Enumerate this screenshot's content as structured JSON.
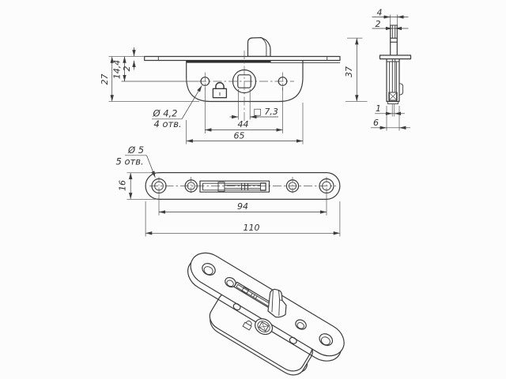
{
  "drawing": {
    "front_view": {
      "dim_total_height": "27",
      "dim_hole_axis_height": "14,4",
      "dim_plate_thickness": "2",
      "hole_label_dia": "Ø 4,2",
      "hole_label_count": "4 отв.",
      "dim_square_spindle": "□ 7,3",
      "dim_hole_spacing": "44",
      "dim_body_width": "65"
    },
    "side_view": {
      "dim_pin_outer_width": "4",
      "dim_pin_inner_width": "2",
      "dim_total_height": "37",
      "dim_bottom_slot_width": "1",
      "dim_body_thickness": "6"
    },
    "plate_view": {
      "hole_label_dia": "Ø 5",
      "hole_label_count": "5 отв.",
      "dim_plate_width": "16",
      "dim_hole_spacing": "94",
      "dim_plate_length": "110"
    },
    "colors": {
      "line": "#3c3c3c",
      "background": "#fcfcfc",
      "text": "#333333",
      "slot_band": "#2e2e2e"
    }
  }
}
